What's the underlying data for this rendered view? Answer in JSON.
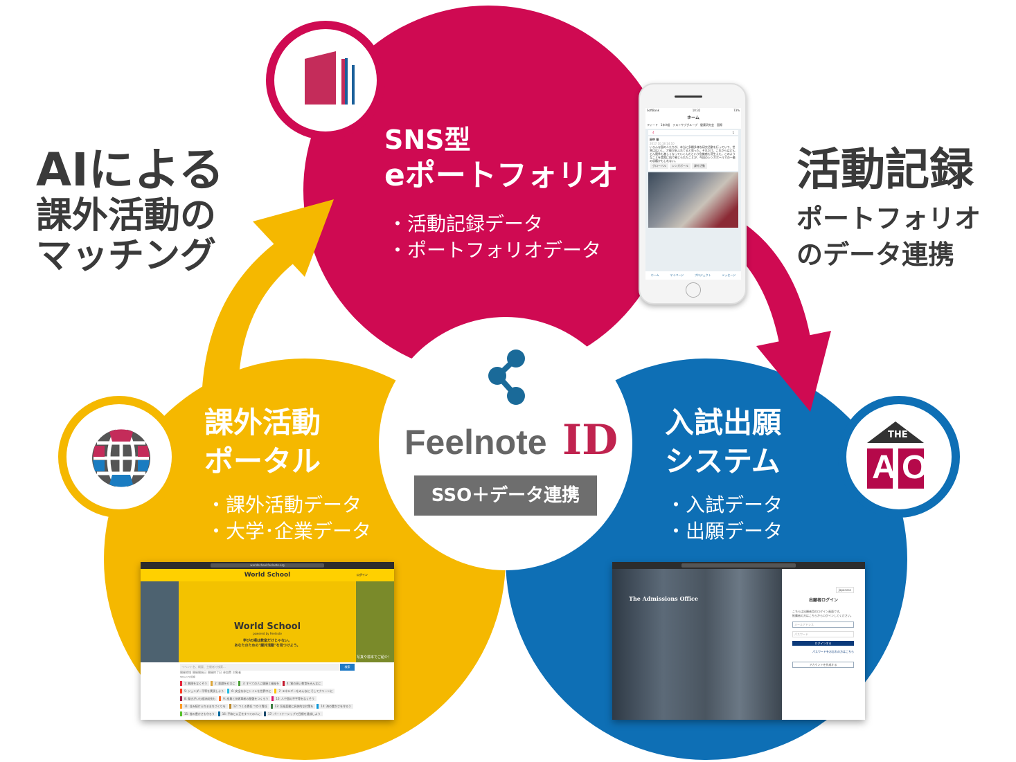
{
  "colors": {
    "red": "#cf0a52",
    "yellow": "#f5b800",
    "blue": "#0e6fb5",
    "dark": "#3a3a3a",
    "gray": "#6e6e6e",
    "id_red": "#c0234f",
    "share_blue": "#1a6a99"
  },
  "left_headline": {
    "line1": "AIによる",
    "line2": "課外活動の",
    "line3": "マッチング"
  },
  "right_headline": {
    "line1": "活動記録",
    "line2": "ポートフォリオ",
    "line3": "のデータ連携"
  },
  "sns": {
    "title1": "SNS型",
    "title2": "eポートフォリオ",
    "bullets": [
      "・活動記録データ",
      "・ポートフォリオデータ"
    ],
    "icon": "books-icon"
  },
  "portal": {
    "title1": "課外活動",
    "title2": "ポータル",
    "bullets": [
      "・課外活動データ",
      "・大学･企業データ"
    ],
    "icon": "globe-icon"
  },
  "admission": {
    "title1": "入試出願",
    "title2": "システム",
    "bullets": [
      "・入試データ",
      "・出願データ"
    ],
    "icon": {
      "the": "THE",
      "a": "A",
      "o": "O"
    }
  },
  "center": {
    "icon": "share-icon",
    "brand": "Feelnote",
    "brand_id": "ID",
    "badge": "SSO＋データ連携"
  },
  "phone": {
    "carrier": "SoftBank",
    "time": "10:32",
    "battery": "73%",
    "header": "ホーム",
    "tabs": [
      "フィード",
      "1年A組",
      "テストサブグループ",
      "健康研究会",
      "国際"
    ],
    "likes": "4",
    "comments": "1",
    "author": "田中 桜",
    "date": "2017.10.18 14:10",
    "post": "いろんな国の人たちが、本当に多種多様な研究活動を行っていて、世界は広いし、才能があふれてると思った。それだけ、これからはどんどん競争も激しくなっていくんだという危機感も芽生えた。このようなことを実際に肌で感じられたことが、今回のシンガポールでの一番の収穫かもしれない。",
    "tags": [
      "グローバル",
      "シンガポール",
      "課外活動"
    ],
    "nav": [
      "ホーム",
      "マイページ",
      "プロジェクト",
      "メッセージ"
    ]
  },
  "world_school": {
    "url": "worldschool.feelnote.org",
    "logo": "World School",
    "powered": "powered by Feelnote",
    "login": "ログイン",
    "hero_line1": "学びの場は教室だけじゃない。",
    "hero_line2": "あなたのための\"課外活動\"を見つけよう。",
    "caption": "写真や標本でご紹介！",
    "search_placeholder": "イベント名、概要、主催者で検索...",
    "filters": [
      "開催地域",
      "開催開始日",
      "開催終了日",
      "参加費",
      "対象者"
    ],
    "search_button": "検索",
    "sdgs_label": "SDGs 17の目標",
    "sdgs": [
      "1: 貧困をなくそう",
      "2: 飢餓をゼロに",
      "3: すべての人に健康と福祉を",
      "4: 質の高い教育をみんなに",
      "5: ジェンダー平等を実現しよう",
      "6: 安全な水とトイレを世界中に",
      "7: エネルギーをみんなに そしてクリーンに",
      "8: 働きがいも経済成長も",
      "9: 産業と技術革新の基盤をつくろう",
      "10: 人や国の不平等をなくそう",
      "11: 住み続けられるまちづくりを",
      "12: つくる責任 つかう責任",
      "13: 気候変動に具体的な対策を",
      "14: 海の豊かさを守ろう",
      "15: 陸の豊かさも守ろう",
      "16: 平和と公正をすべての人に",
      "17: パートナーシップで目標を達成しよう"
    ]
  },
  "admissions_office": {
    "logo": "The Admissions Office",
    "language": "Japanese",
    "title": "出願者ログイン",
    "desc1": "こちらは出願者用のログイン画面です。",
    "desc2": "推薦者の方はこちらからログインしてください。",
    "email_placeholder": "メールアドレス",
    "password_placeholder": "パスワード",
    "login_button": "ログインする",
    "forgot": "パスワードをお忘れの方はこちら",
    "create": "アカウントを作成する"
  }
}
